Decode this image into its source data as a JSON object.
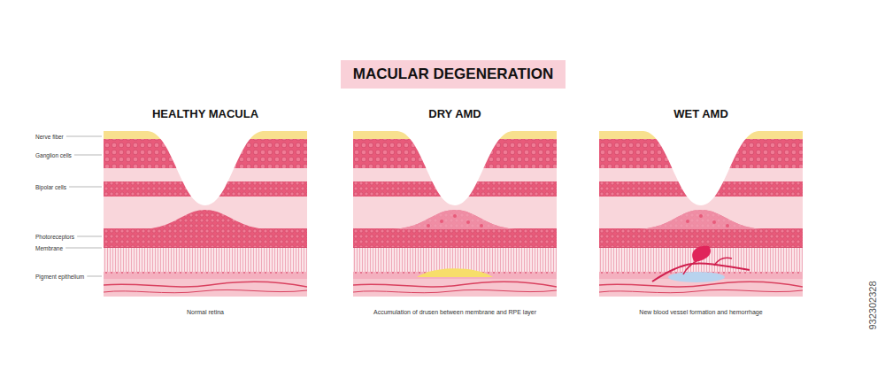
{
  "diagram": {
    "title": "MACULAR DEGENERATION",
    "labels": [
      "Nerve fiber",
      "Ganglion cells",
      "Bipolar cells",
      "Photoreceptors",
      "Membrane",
      "Pigment epithelium",
      "HEALTHY MACULA",
      "DRY AMD",
      "WET AMD",
      "Normal retina",
      "Accumulation of drusen between membrane and RPE layer",
      "New blood vessel formation and hemorrhage",
      "932302328"
    ]
  }
}
